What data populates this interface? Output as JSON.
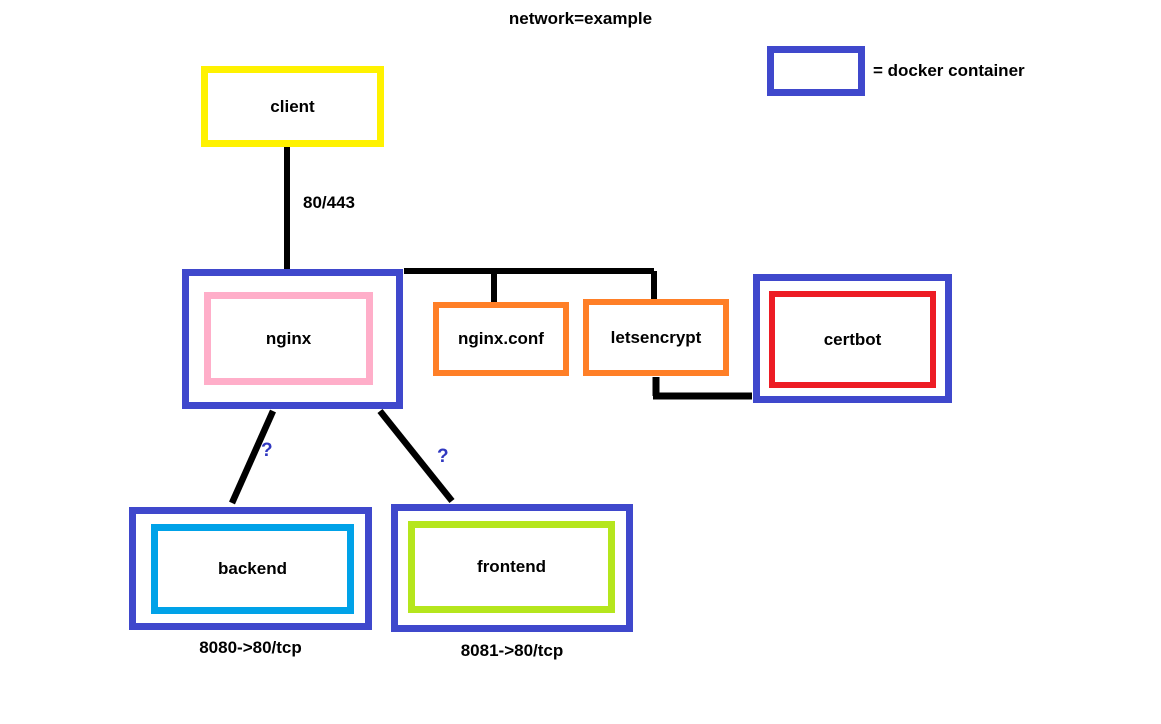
{
  "title": "network=example",
  "legend": {
    "label": "= docker container"
  },
  "nodes": {
    "client": "client",
    "nginx": "nginx",
    "nginx_conf": "nginx.conf",
    "letsencrypt": "letsencrypt",
    "certbot": "certbot",
    "backend": "backend",
    "frontend": "frontend"
  },
  "edge_labels": {
    "client_nginx": "80/443",
    "nginx_backend": "?",
    "nginx_frontend": "?"
  },
  "port_labels": {
    "backend": "8080->80/tcp",
    "frontend": "8081->80/tcp"
  },
  "colors": {
    "container-border": "#3F48CC",
    "client-border": "#FFF200",
    "nginx-inner": "#FFAEC9",
    "config-border": "#FF7F27",
    "certbot-inner": "#ED1C24",
    "backend-inner": "#00A2E8",
    "frontend-inner": "#B5E61D",
    "qmark": "#3038C0",
    "line": "#000000"
  }
}
